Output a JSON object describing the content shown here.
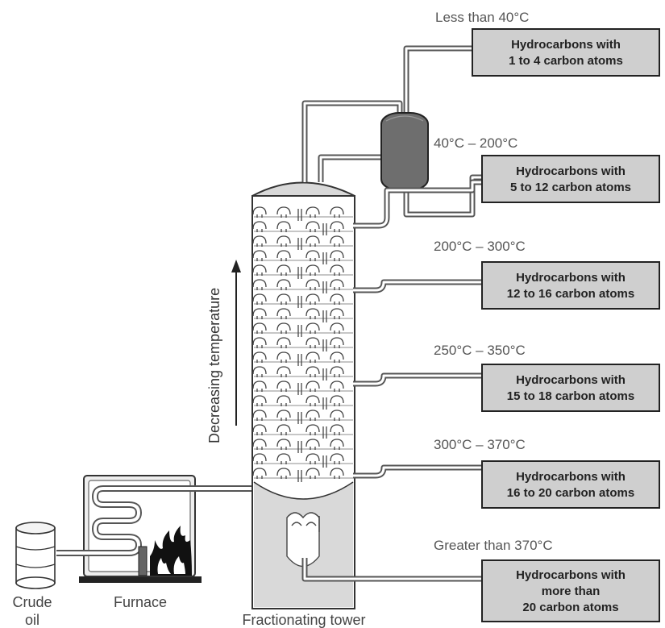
{
  "labels": {
    "crude_oil": [
      "Crude",
      "oil"
    ],
    "furnace": "Furnace",
    "tower": "Fractionating tower",
    "temperature_arrow": "Decreasing temperature"
  },
  "fractions": [
    {
      "temp": "Less than 40°C",
      "lines": [
        "Hydrocarbons with",
        "1 to 4 carbon atoms"
      ]
    },
    {
      "temp": "40°C – 200°C",
      "lines": [
        "Hydrocarbons with",
        "5 to 12 carbon atoms"
      ]
    },
    {
      "temp": "200°C – 300°C",
      "lines": [
        "Hydrocarbons with",
        "12 to 16 carbon atoms"
      ]
    },
    {
      "temp": "250°C – 350°C",
      "lines": [
        "Hydrocarbons with",
        "15 to 18 carbon atoms"
      ]
    },
    {
      "temp": "300°C – 370°C",
      "lines": [
        "Hydrocarbons with",
        "16 to 20 carbon atoms"
      ]
    },
    {
      "temp": "Greater than 370°C",
      "lines": [
        "Hydrocarbons with",
        "more than",
        "20 carbon atoms"
      ]
    }
  ],
  "colors": {
    "tower_fill": "#d9d9d9",
    "box_fill": "#cfcfcf",
    "condenser_fill": "#6e6e6e",
    "pipe": "#555555",
    "flame": "#111111"
  }
}
